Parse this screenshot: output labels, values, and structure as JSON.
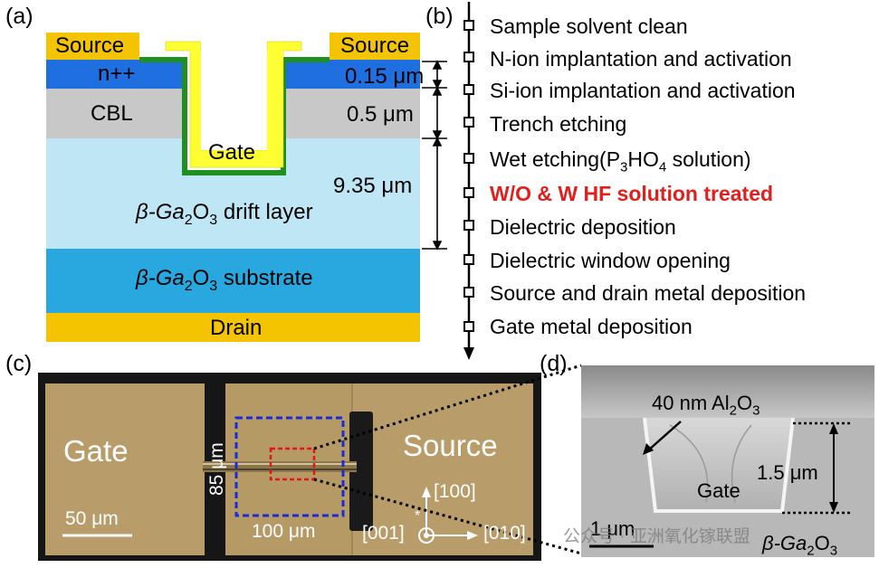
{
  "panels": {
    "a": {
      "letter": "(a)",
      "layers": {
        "source_left": "Source",
        "source_right": "Source",
        "nplus": "n++",
        "cbl": "CBL",
        "gate": "Gate",
        "drift_prefix": "β-Ga",
        "drift_sub1": "2",
        "drift_mid": "O",
        "drift_sub2": "3",
        "drift_suffix": " drift layer",
        "substrate_prefix": "β-Ga",
        "substrate_sub1": "2",
        "substrate_mid": "O",
        "substrate_sub2": "3",
        "substrate_suffix": " substrate",
        "drain": "Drain"
      },
      "thickness": {
        "nplus": "0.15 μm",
        "cbl": "0.5 μm",
        "drift": "9.35 μm"
      },
      "colors": {
        "source": "#f5c400",
        "nplus": "#1f6fe0",
        "cbl": "#c8c8c8",
        "drift": "#bfe6f5",
        "substrate": "#29a8e0",
        "drain": "#f5c400",
        "gate_metal": "#ffff33",
        "dielectric": "#1f8f1f"
      }
    },
    "b": {
      "letter": "(b)",
      "steps": [
        "Sample solvent clean",
        "N-ion implantation and activation",
        "Si-ion implantation and activation",
        "Trench etching",
        "Wet etching(P",
        "W/O & W HF solution treated",
        "Dielectric deposition",
        "Dielectric  window opening",
        "Source and drain metal deposition",
        "Gate metal deposition"
      ],
      "wet_etch_parts": {
        "p": "Wet etching(P",
        "sub3": "3",
        "h": "HO",
        "sub4": "4",
        "tail": " solution)"
      },
      "highlight_color": "#e0201c"
    },
    "c": {
      "letter": "(c)",
      "gate": "Gate",
      "source": "Source",
      "scale_50": "50 μm",
      "dim_85": "85 μm",
      "dim_100": "100 μm",
      "axis_100": "[100]",
      "axis_001": "[001]",
      "axis_010": "[010]",
      "star": "*"
    },
    "d": {
      "letter": "(d)",
      "oxide_prefix": "40 nm Al",
      "oxide_sub1": "2",
      "oxide_mid": "O",
      "oxide_sub2": "3",
      "gate": "Gate",
      "depth": "1.5 μm",
      "scale": "1 μm",
      "material_prefix": "β-Ga",
      "material_sub1": "2",
      "material_mid": "O",
      "material_sub2": "3",
      "watermark": "公众号 · 亚洲氧化镓联盟"
    }
  }
}
